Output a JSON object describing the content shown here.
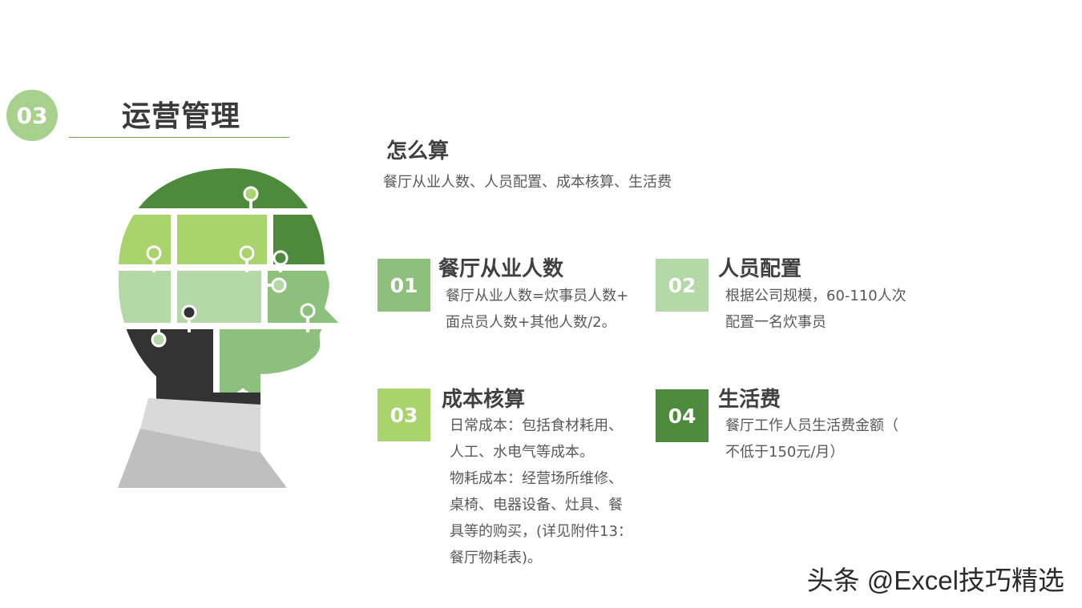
{
  "section": {
    "number": "03",
    "title": "运营管理"
  },
  "intro": {
    "heading": "怎么算",
    "subtitle": "餐厅从业人数、人员配置、成本核算、生活费"
  },
  "cards": [
    {
      "number": "01",
      "title": "餐厅从业人数",
      "lines": [
        "餐厅从业人数=炊事员人数+",
        "面点员人数+其他人数/2。"
      ]
    },
    {
      "number": "02",
      "title": "人员配置",
      "lines": [
        "根据公司规模，60-110人次",
        "配置一名炊事员"
      ]
    },
    {
      "number": "03",
      "title": "成本核算",
      "lines": [
        "日常成本：包括食材耗用、",
        "人工、水电气等成本。",
        "物耗成本：经营场所维修、",
        "桌椅、电器设备、灶具、餐",
        "具等的购买，(详见附件13：",
        "餐厅物耗表)。"
      ]
    },
    {
      "number": "04",
      "title": "生活费",
      "lines": [
        "餐厅工作人员生活费金额（",
        "不低于150元/月）"
      ]
    }
  ],
  "watermark": "头条 @Excel技巧精选",
  "colors": {
    "badge": "#a9d18e",
    "rule": "#70ad47",
    "card1": "#8cc07c",
    "card2": "#b5d8a7",
    "card3": "#a9d36b",
    "card4": "#4e8a3c",
    "dark_green": "#4e8a3c",
    "mid_green": "#8cc07c",
    "light_green": "#a9d36b",
    "pale_green": "#b5d8a7",
    "charcoal": "#333333",
    "collar": "#d9d9d9",
    "shoulder": "#bfbfbf"
  }
}
